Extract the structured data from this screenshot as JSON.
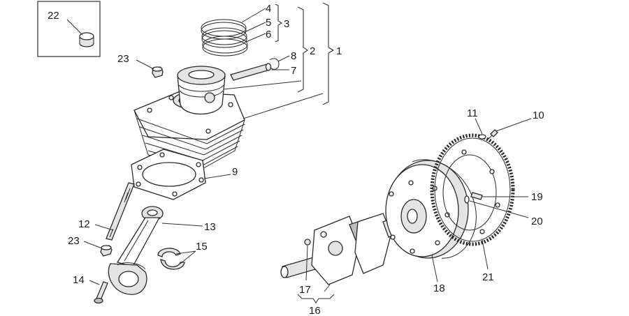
{
  "labels": {
    "n1": "1",
    "n2": "2",
    "n3": "3",
    "n4": "4",
    "n5": "5",
    "n6": "6",
    "n7": "7",
    "n8": "8",
    "n9": "9",
    "n10": "10",
    "n11": "11",
    "n12": "12",
    "n13": "13",
    "n14": "14",
    "n15": "15",
    "n16": "16",
    "n17": "17",
    "n18": "18",
    "n19": "19",
    "n20": "20",
    "n21": "21",
    "n22": "22",
    "n23a": "23",
    "n23b": "23"
  }
}
